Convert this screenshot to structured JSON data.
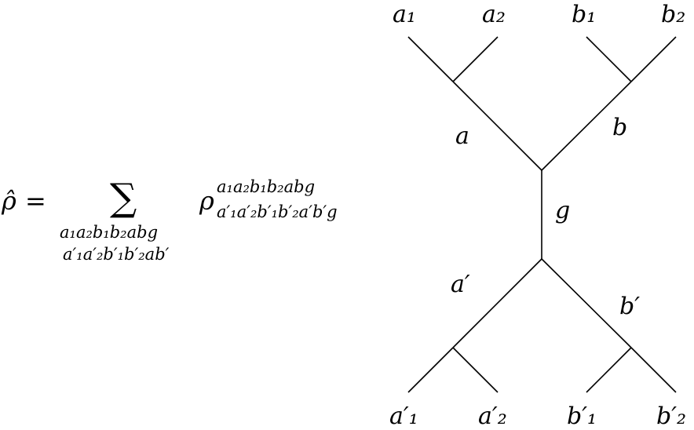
{
  "formula": {
    "lhs_symbol": "ρ̂",
    "equals": "=",
    "sum_symbol": "∑",
    "sum_index_top": "a₁a₂b₁b₂abg",
    "sum_index_bottom": "a′₁a′₂b′₁b′₂ab′",
    "rho": "ρ",
    "rho_superscript": "a₁a₂b₁b₂abg",
    "rho_subscript": "a′₁a′₂b′₁b′₂a′b′g"
  },
  "tree": {
    "top_leaves": [
      "a₁",
      "a₂",
      "b₁",
      "b₂"
    ],
    "upper_edges": [
      "a",
      "b"
    ],
    "middle_edge": "g",
    "lower_edges": [
      "a′",
      "b′"
    ],
    "bottom_leaves": [
      "a′₁",
      "a′₂",
      "b′₁",
      "b′₂"
    ]
  }
}
